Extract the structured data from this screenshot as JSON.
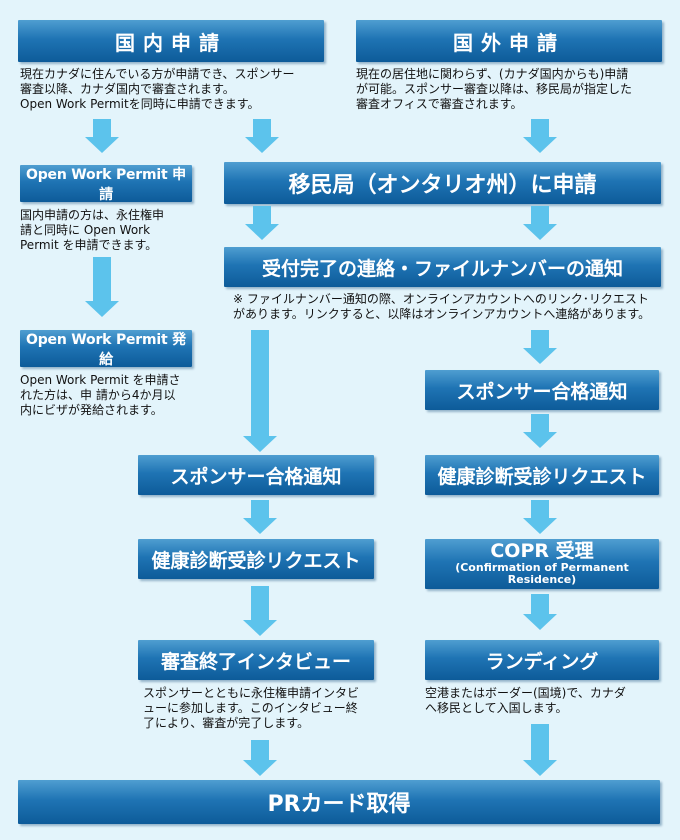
{
  "domestic": {
    "header": "国内申請",
    "desc": "現在カナダに住んでいる方が申請でき、スポンサー\n審査以降、カナダ国内で審査されます。\nOpen Work Permitを同時に申請できます。"
  },
  "overseas": {
    "header": "国外申請",
    "desc": "現在の居住地に関わらず、(カナダ国内からも)申請\nが可能。スポンサー審査以降は、移民局が指定した\n審査オフィスで審査されます。"
  },
  "owp_apply": {
    "label": "Open Work Permit 申請",
    "desc": "国内申請の方は、永住権申\n請と同時に Open Work\nPermit を申請できます。"
  },
  "owp_issue": {
    "label": "Open Work Permit 発給",
    "desc": "Open Work Permit を申請さ\nれた方は、申 請から4か月以\n内にビザが発給されます。"
  },
  "immigration_office": "移民局（オンタリオ州）に申請",
  "receipt": {
    "label": "受付完了の連絡・ファイルナンバーの通知",
    "note": "※ ファイルナンバー通知の際、オンラインアカウントへのリンク･リクエスト\nがあります。リンクすると、以降はオンラインアカウントへ連絡があります。"
  },
  "left_flow": {
    "sponsor": "スポンサー合格通知",
    "medical": "健康診断受診リクエスト",
    "interview": "審査終了インタビュー",
    "interview_desc": "スポンサーとともに永住権申請インタビ\nューに参加します。このインタビュー終\n了により、審査が完了します。"
  },
  "right_flow": {
    "sponsor": "スポンサー合格通知",
    "medical": "健康診断受診リクエスト",
    "copr": "COPR 受理",
    "copr_sub": "(Confirmation of Permanent Residence)",
    "landing": "ランディング",
    "landing_desc": "空港またはボーダー(国境)で、カナダ\nへ移民として入国します。"
  },
  "pr_card": "PRカード取得"
}
